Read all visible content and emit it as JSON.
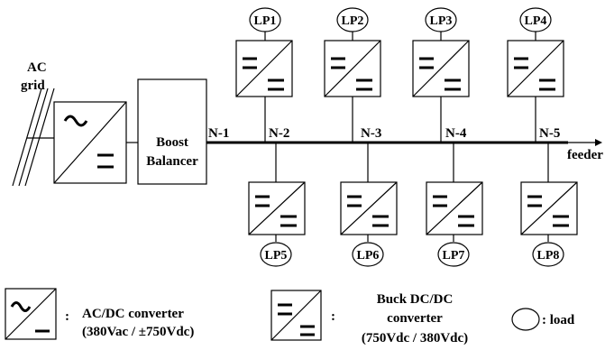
{
  "ac_grid": {
    "line1": "AC",
    "line2": "grid"
  },
  "boost_balancer": {
    "line1": "Boost",
    "line2": "Balancer"
  },
  "nodes": [
    "N-1",
    "N-2",
    "N-3",
    "N-4",
    "N-5"
  ],
  "feeder_label": "feeder",
  "top_loads": [
    "LP1",
    "LP2",
    "LP3",
    "LP4"
  ],
  "bottom_loads": [
    "LP5",
    "LP6",
    "LP7",
    "LP8"
  ],
  "legend": {
    "colon": ":",
    "acdc": {
      "line1": "AC/DC converter",
      "line2": "(380Vac / ±750Vdc)"
    },
    "buck": {
      "line1": "Buck DC/DC",
      "line2": "converter",
      "line3": "(750Vdc / 380Vdc)"
    },
    "load": "load"
  },
  "symbols": {
    "tilde": "~"
  }
}
